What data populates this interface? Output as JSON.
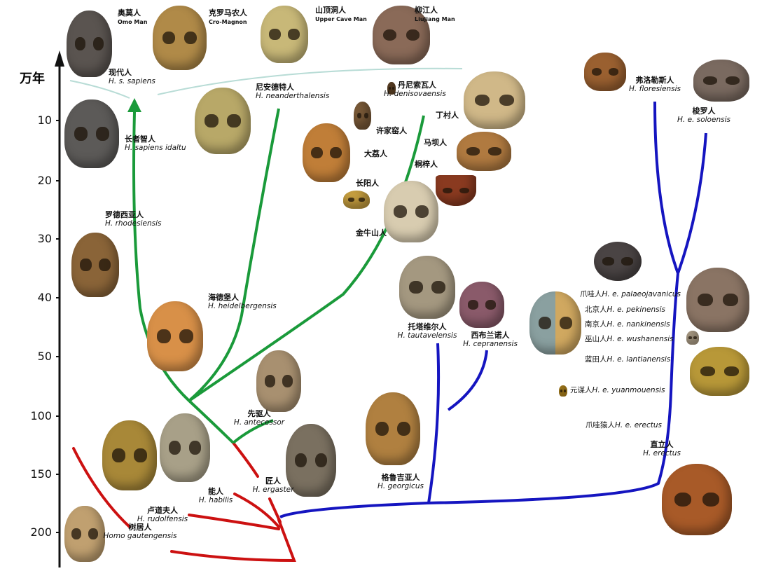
{
  "axis": {
    "unit": "万年",
    "ticks": [
      "10",
      "20",
      "30",
      "40",
      "50",
      "100",
      "150",
      "200"
    ]
  },
  "top": [
    {
      "zh": "奥莫人",
      "en": "Omo Man"
    },
    {
      "zh": "克罗马农人",
      "en": "Cro-Magnon"
    },
    {
      "zh": "山顶洞人",
      "en": "Upper Cave Man"
    },
    {
      "zh": "柳江人",
      "en": "Liujiang Man"
    }
  ],
  "species": {
    "sapiens": {
      "zh": "现代人",
      "en": "H. s. sapiens"
    },
    "idaltu": {
      "zh": "长者智人",
      "en": "H. sapiens idaltu"
    },
    "neander": {
      "zh": "尼安德特人",
      "en": "H. neanderthalensis"
    },
    "deniso": {
      "zh": "丹尼索瓦人",
      "en": "H. denisovaensis"
    },
    "rhodes": {
      "zh": "罗德西亚人",
      "en": "H. rhodesiensis"
    },
    "heidel": {
      "zh": "海德堡人",
      "en": "H. heidelbergensis"
    },
    "antec": {
      "zh": "先驱人",
      "en": "H. antecessor"
    },
    "ergaster": {
      "zh": "匠人",
      "en": "H. ergaster"
    },
    "habilis": {
      "zh": "能人",
      "en": "H. habilis"
    },
    "rudolf": {
      "zh": "卢道夫人",
      "en": "H. rudolfensis"
    },
    "gauten": {
      "zh": "树居人",
      "en": "Homo gautengensis"
    },
    "tautav": {
      "zh": "托塔维尔人",
      "en": "H. tautavelensis"
    },
    "cepran": {
      "zh": "西布兰诺人",
      "en": "H. cepranensis"
    },
    "georg": {
      "zh": "格鲁吉亚人",
      "en": "H. georgicus"
    },
    "flores": {
      "zh": "弗洛勒斯人",
      "en": "H. floresiensis"
    },
    "solo": {
      "zh": "梭罗人",
      "en": "H. e. soloensis"
    },
    "erectus": {
      "zh": "直立人",
      "en": "H. erectus"
    }
  },
  "chinese_sites": [
    "许家窑人",
    "丁村人",
    "马坝人",
    "大荔人",
    "桐梓人",
    "长阳人",
    "金牛山人"
  ],
  "erectus_subspecies": [
    {
      "zh": "爪哇人",
      "en": "H. e. palaeojavanicus"
    },
    {
      "zh": "北京人",
      "en": "H. e. pekinensis"
    },
    {
      "zh": "南京人",
      "en": "H. e. nankinensis"
    },
    {
      "zh": "巫山人",
      "en": "H. e. wushanensis"
    },
    {
      "zh": "蓝田人",
      "en": "H. e. lantianensis"
    },
    {
      "zh": "元谋人",
      "en": "H. e. yuanmouensis"
    },
    {
      "zh": "爪哇猿人",
      "en": "H. e. erectus"
    }
  ],
  "colors": {
    "early": "#cc1111",
    "sapiens_line": "#1a9a3a",
    "erectus_line": "#1515c0",
    "link": "#b8dcd6"
  }
}
